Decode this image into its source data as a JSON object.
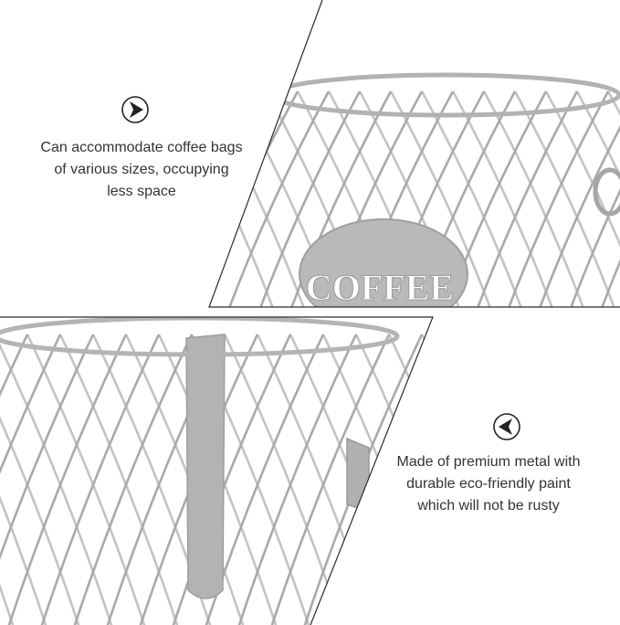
{
  "callouts": [
    {
      "direction": "right",
      "icon": "arrow-right-circle-icon",
      "lines": [
        "Can accommodate coffee bags",
        "of various sizes, occupying",
        "less space"
      ]
    },
    {
      "direction": "left",
      "icon": "arrow-left-circle-icon",
      "lines": [
        "Made of premium metal with",
        "durable eco-friendly paint",
        "which will not be rusty"
      ]
    }
  ],
  "product": {
    "plate_text": "COFFEE"
  },
  "colors": {
    "wire": "#c3c3c3",
    "wire_dark": "#a9a9a9",
    "plate": "#b5b5b5",
    "frame": "#2a2a2a",
    "text": "#333333"
  }
}
